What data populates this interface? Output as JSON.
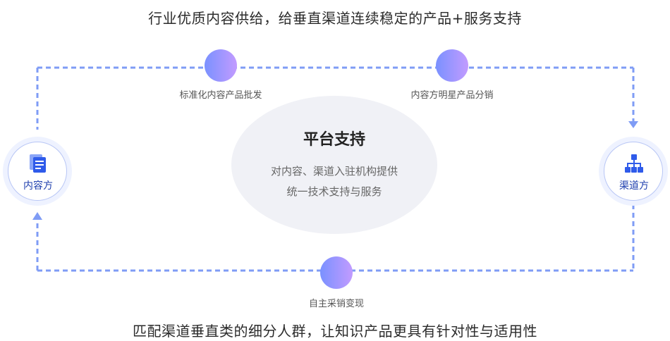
{
  "top_caption": "行业优质内容供给，给垂直渠道连续稳定的产品+服务支持",
  "bottom_caption": "匹配渠道垂直类的细分人群，让知识产品更具有针对性与适用性",
  "center": {
    "title": "平台支持",
    "desc_line1": "对内容、渠道入驻机构提供",
    "desc_line2": "统一技术支持与服务"
  },
  "nodes": {
    "content_party": {
      "label": "内容方",
      "icon": "document-icon"
    },
    "channel_party": {
      "label": "渠道方",
      "icon": "org-chart-icon"
    }
  },
  "steps": {
    "standardized": "标准化内容产品批发",
    "star_products": "内容方明星产品分销",
    "self_sourcing": "自主采销变现"
  },
  "colors": {
    "dashed_line": "#7f9cf5",
    "dot_gradient_start": "#7a91ff",
    "dot_gradient_end": "#c29bff",
    "icon_blue": "#2f5bea",
    "oval_bg": "#f0f1f6"
  }
}
